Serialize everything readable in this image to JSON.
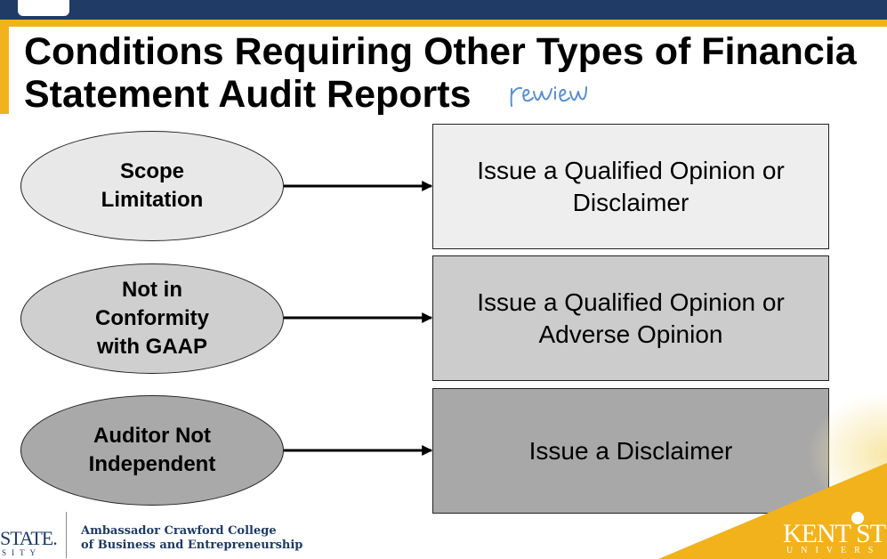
{
  "title": {
    "line1": "Conditions Requiring Other Types of Financia",
    "line2": "Statement Audit Reports"
  },
  "handwritten_note": "review",
  "conditions": [
    {
      "condition": "Scope Limitation",
      "lines": [
        "Scope",
        "Limitation"
      ],
      "result": "Issue a Qualified Opinion or Disclaimer",
      "result_lines": [
        "Issue a Qualified Opinion or",
        "Disclaimer"
      ],
      "ellipse_fill": "#e8e8e8",
      "box_fill": "#eeeeee"
    },
    {
      "condition": "Not in Conformity with GAAP",
      "lines": [
        "Not in",
        "Conformity",
        "with GAAP"
      ],
      "result": "Issue a Qualified Opinion or Adverse Opinion",
      "result_lines": [
        "Issue a Qualified Opinion or",
        "Adverse Opinion"
      ],
      "ellipse_fill": "#cfcfcf",
      "box_fill": "#cccccc"
    },
    {
      "condition": "Auditor Not Independent",
      "lines": [
        "Auditor Not",
        "Independent"
      ],
      "result": "Issue a Disclaimer",
      "result_lines": [
        "Issue a Disclaimer"
      ],
      "ellipse_fill": "#a9a9a9",
      "box_fill": "#a8a8a8"
    }
  ],
  "footer": {
    "university_left": "STATE.",
    "university_left_sub": "SITY",
    "college_line1": "Ambassador Crawford College",
    "college_line2": "of Business and Entrepreneurship",
    "logo_right": "KENT ST",
    "logo_right_sub": "UNIVERS"
  },
  "colors": {
    "navy": "#1f3b66",
    "gold": "#f2b21b"
  }
}
